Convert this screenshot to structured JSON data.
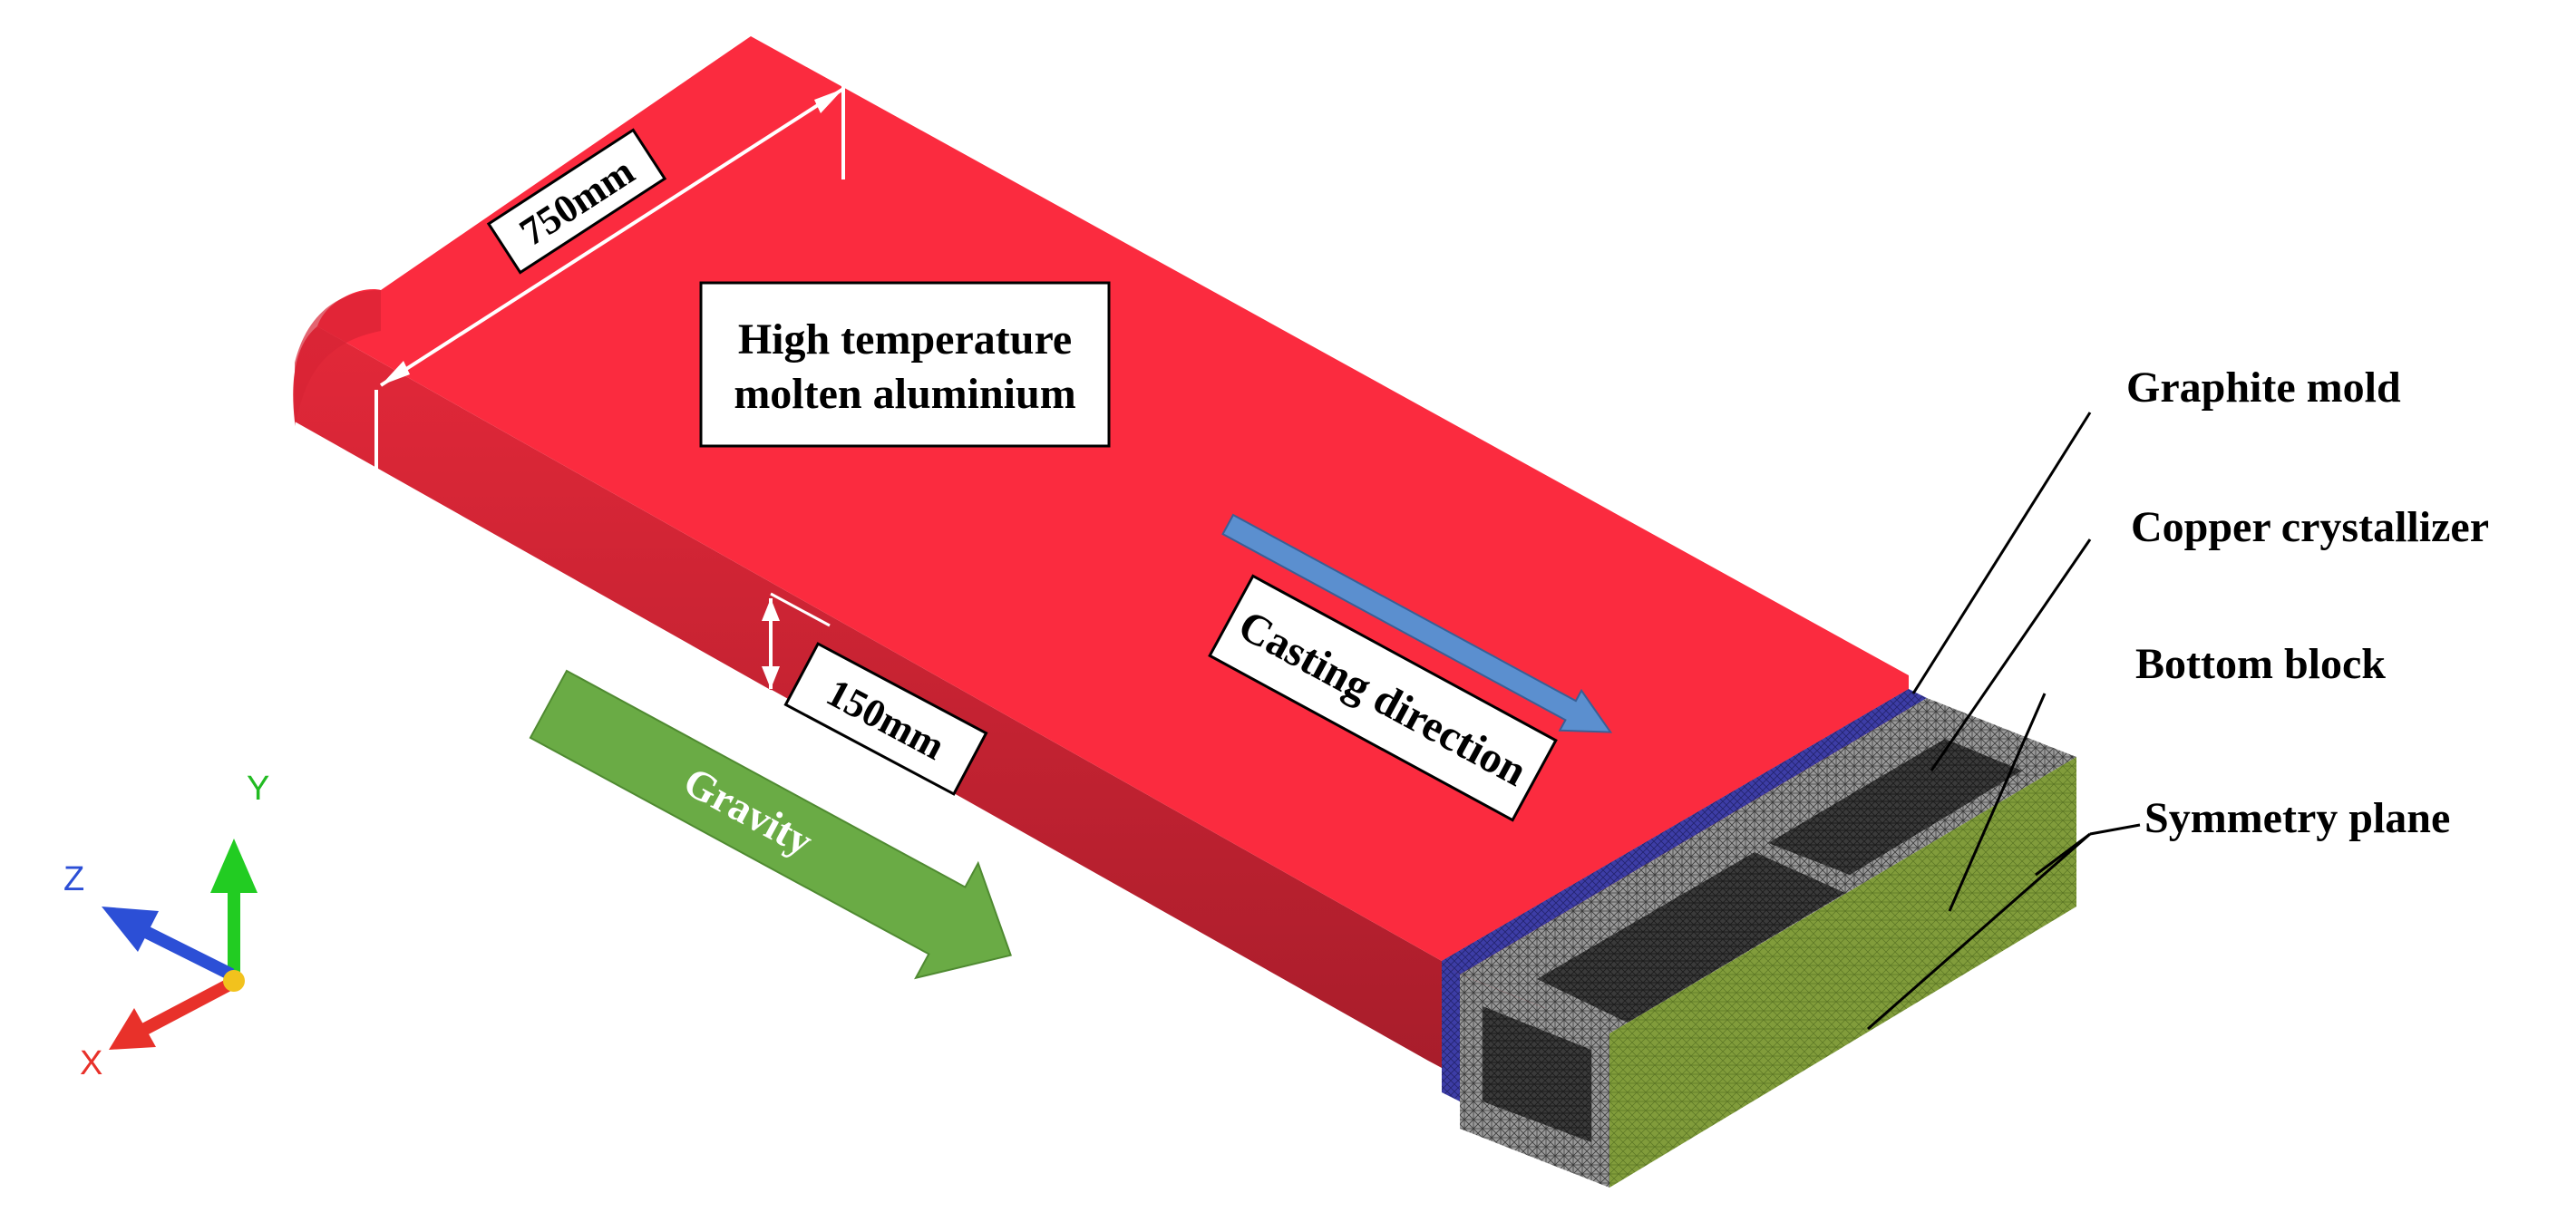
{
  "colors": {
    "slab_top": "#fb2b3f",
    "slab_side": "#b21f2e",
    "graphite_mold": "#3f3fa6",
    "mesh_gray": "#8f8f8f",
    "mesh_dark": "#2e2e2e",
    "symmetry_green": "#7f9a3a",
    "gravity_arrow": "#6aab45",
    "casting_arrow": "#5b8fcf",
    "axis_x": "#e8312a",
    "axis_y": "#22cc22",
    "axis_z": "#2c4fd6"
  },
  "labels": {
    "molten_line1": "High temperature",
    "molten_line2": "molten aluminium",
    "dim_width": "750mm",
    "dim_height": "150mm",
    "casting": "Casting direction",
    "gravity": "Gravity",
    "graphite_mold": "Graphite mold",
    "copper_crystallizer": "Copper crystallizer",
    "bottom_block": "Bottom block",
    "symmetry_plane": "Symmetry plane"
  },
  "axes": {
    "x": "X",
    "y": "Y",
    "z": "Z"
  }
}
